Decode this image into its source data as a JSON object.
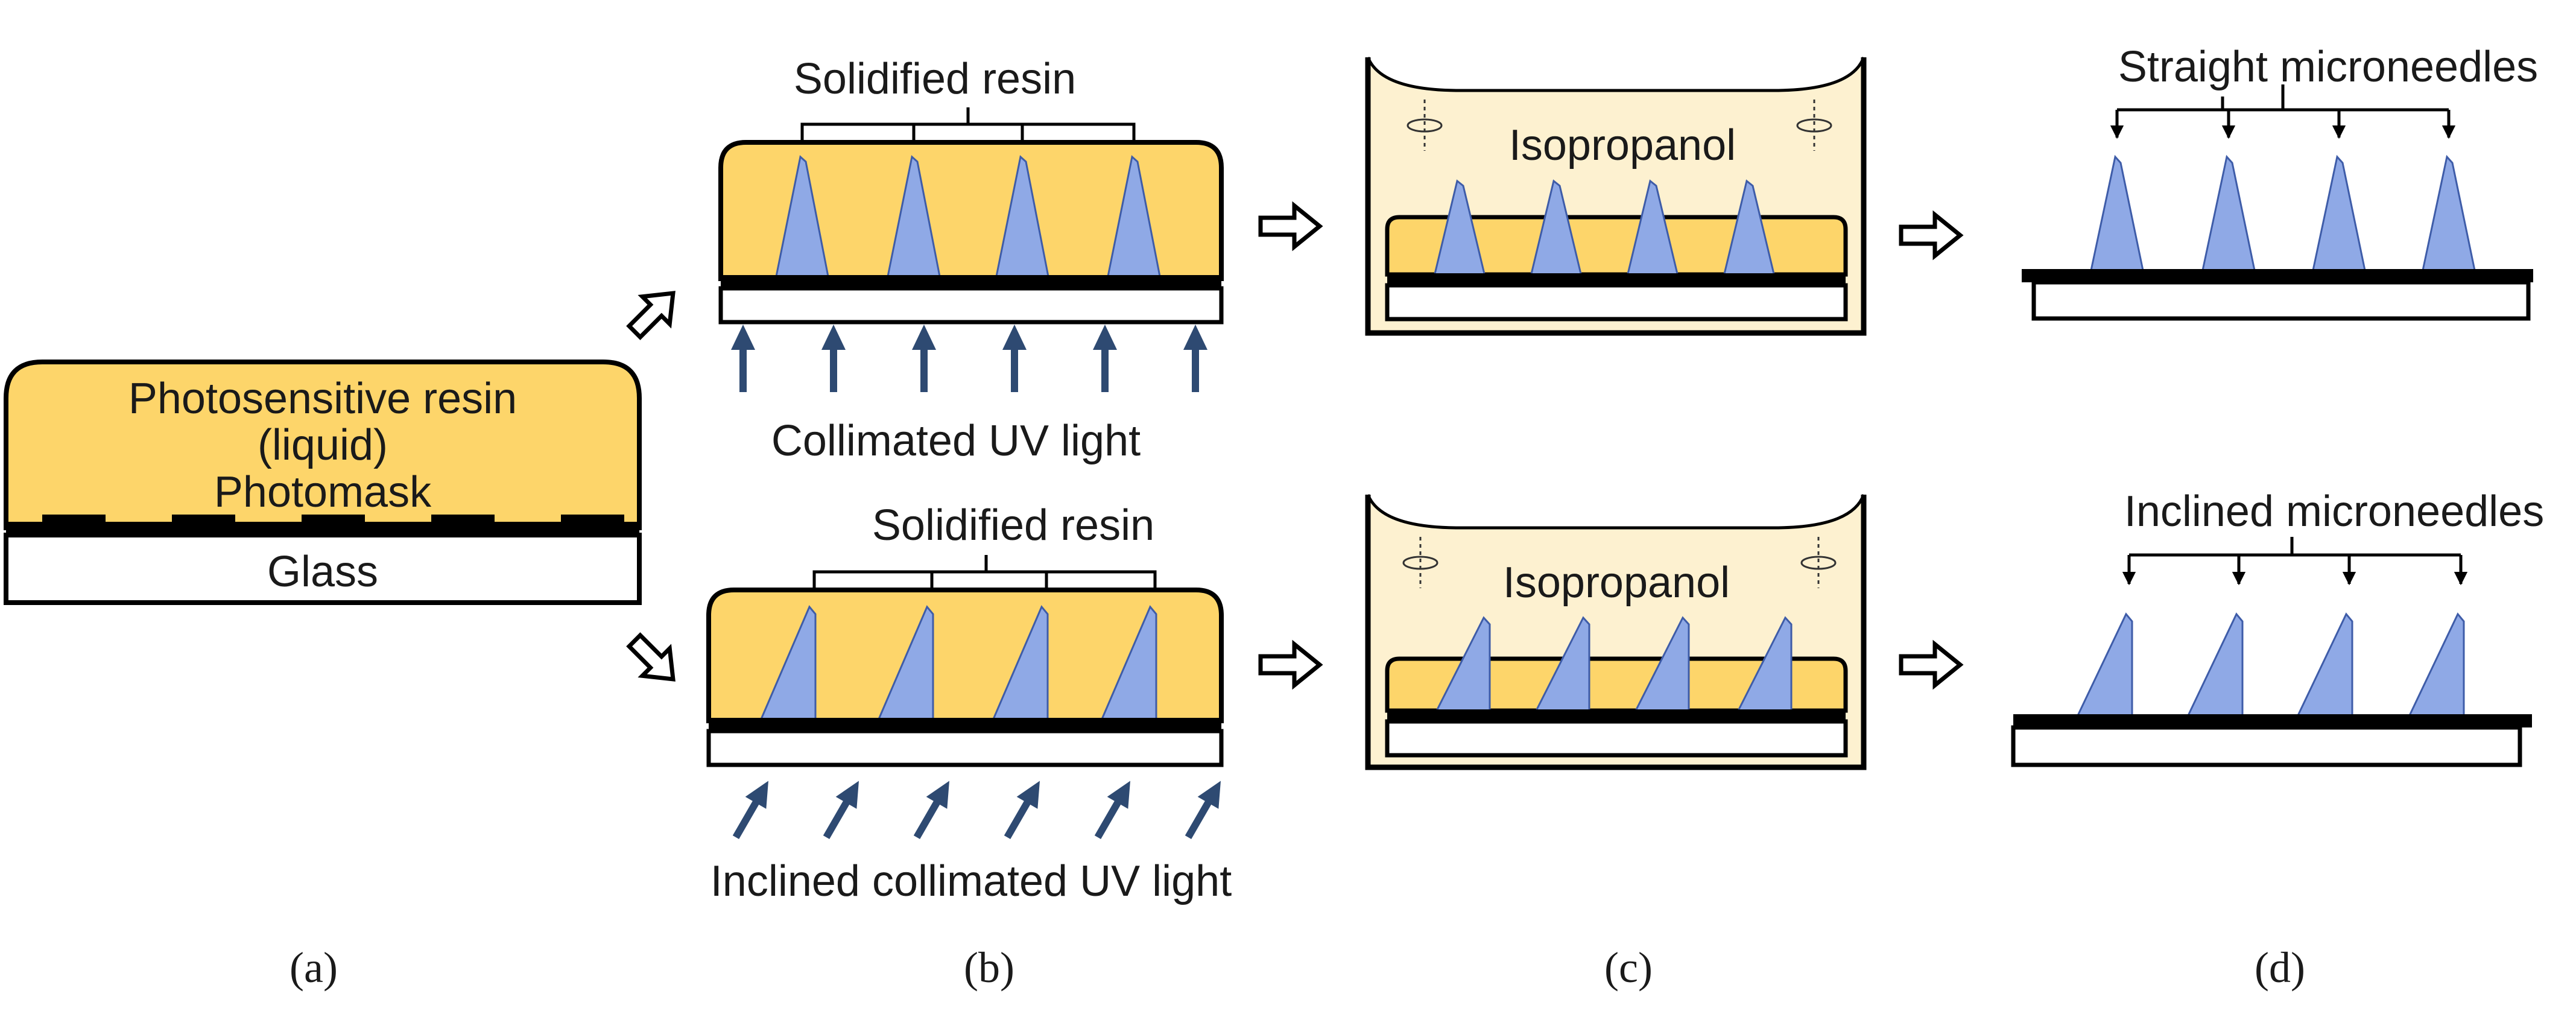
{
  "panel_a": {
    "resin_line1": "Photosensitive resin",
    "resin_line2": "(liquid)",
    "photomask": "Photomask",
    "glass": "Glass"
  },
  "panel_b_top": {
    "solidified": "Solidified resin",
    "light": "Collimated UV light"
  },
  "panel_b_bottom": {
    "solidified": "Solidified resin",
    "light": "Inclined collimated UV light"
  },
  "panel_c_top": {
    "solvent": "Isopropanol"
  },
  "panel_c_bottom": {
    "solvent": "Isopropanol"
  },
  "panel_d_top": {
    "label": "Straight microneedles"
  },
  "panel_d_bottom": {
    "label": "Inclined microneedles"
  },
  "captions": {
    "a": "(a)",
    "b": "(b)",
    "c": "(c)",
    "d": "(d)"
  },
  "colors": {
    "resin": "#FDD56A",
    "dev_resin": "#FDD56A",
    "solvent": "#FDF1D0",
    "needle": "#8FA9E6",
    "needle_stroke": "#3E5CA8",
    "arrow": "#2E4A72",
    "mask": "#000000",
    "glass": "#FFFFFF"
  }
}
